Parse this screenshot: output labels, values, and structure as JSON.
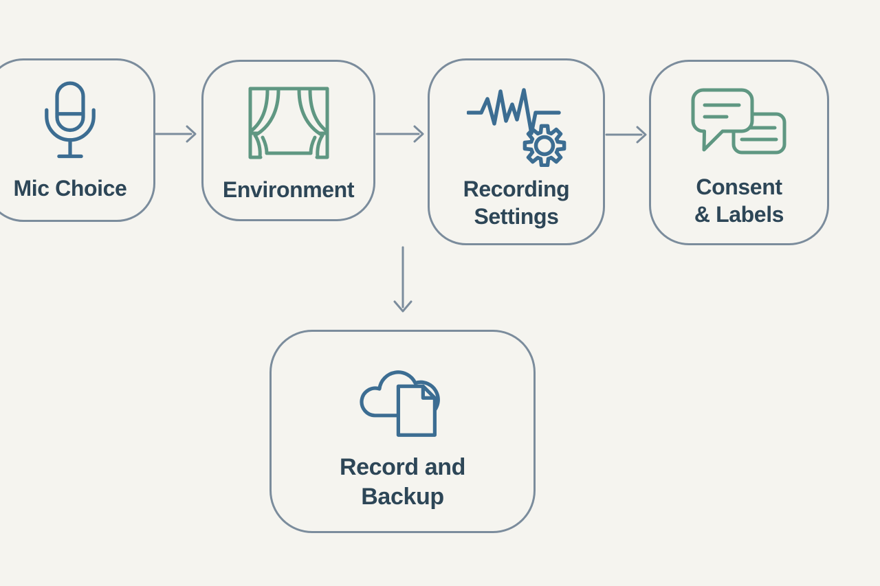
{
  "palette": {
    "bg": "#f5f4ef",
    "line": "#7b8c9c",
    "blue": "#3c6d92",
    "green": "#5f9782",
    "text": "#2d4657"
  },
  "diagram": {
    "type": "flowchart",
    "nodes": [
      {
        "id": "mic-choice",
        "label": "Mic Choice",
        "lines": [
          "Mic Choice"
        ],
        "icon": "microphone-icon",
        "icon_color": "#3c6d92"
      },
      {
        "id": "environment",
        "label": "Environment",
        "lines": [
          "Environment"
        ],
        "icon": "curtains-icon",
        "icon_color": "#5f9782"
      },
      {
        "id": "recording-settings",
        "label": "Recording Settings",
        "lines": [
          "Recording",
          "Settings"
        ],
        "icon": "waveform-gear-icon",
        "icon_color": "#3c6d92"
      },
      {
        "id": "consent-labels",
        "label": "Consent & Labels",
        "lines": [
          "Consent",
          "& Labels"
        ],
        "icon": "chat-bubbles-icon",
        "icon_color": "#5f9782"
      },
      {
        "id": "record-backup",
        "label": "Record and Backup",
        "lines": [
          "Record and",
          "Backup"
        ],
        "icon": "cloud-document-icon",
        "icon_color": "#3c6d92"
      }
    ],
    "arrows": [
      {
        "from": "mic-choice",
        "to": "environment",
        "direction": "right"
      },
      {
        "from": "environment",
        "to": "recording-settings",
        "direction": "right"
      },
      {
        "from": "recording-settings",
        "to": "consent-labels",
        "direction": "right"
      },
      {
        "from": "row-gap",
        "to": "record-backup",
        "direction": "down"
      }
    ]
  }
}
